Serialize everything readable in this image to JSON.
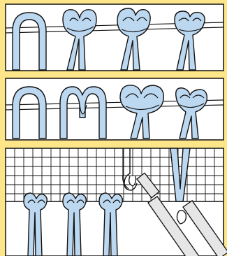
{
  "colors": {
    "frame": "#fde68a",
    "cord": "#bcd8f0",
    "outline": "#111111",
    "panel": "#ffffff",
    "hook": "#e6e6e6"
  },
  "panels": [
    {
      "name": "panel-lark-head-steps",
      "steps": 4
    },
    {
      "name": "panel-reverse-lark-head-steps",
      "steps": 4
    },
    {
      "name": "panel-crochet-hook-method",
      "grid": true,
      "knots": 3
    }
  ]
}
